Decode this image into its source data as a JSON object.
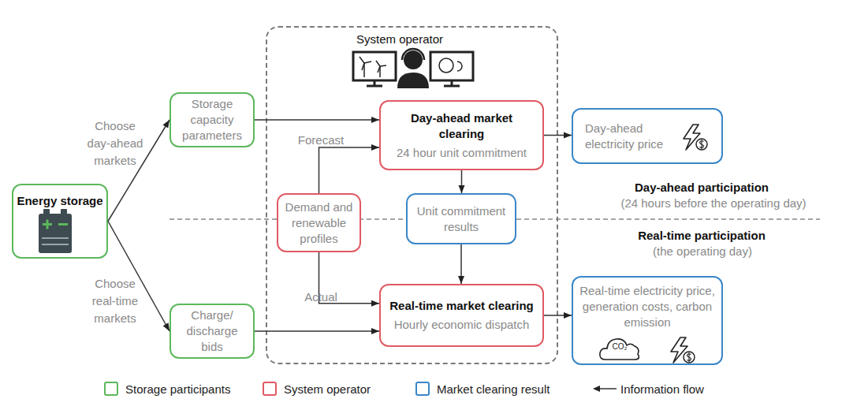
{
  "diagram": {
    "nodes": [
      {
        "text": [
          "Energy storage"
        ]
      },
      {
        "text": [
          "Storage capacity parameters"
        ]
      },
      {
        "text": [
          "Charge/ discharge bids"
        ]
      },
      {
        "text": [
          "System operator"
        ]
      },
      {
        "text": [
          "Day-ahead market clearing",
          "24 hour unit commitment"
        ],
        "in": 3
      },
      {
        "text": [
          "Demand and renewable profiles"
        ],
        "in": 3
      },
      {
        "text": [
          "Unit commitment results"
        ],
        "in": 3
      },
      {
        "text": [
          "Real-time market clearing",
          "Hourly economic dispatch"
        ],
        "in": 3
      },
      {
        "text": [
          "Day-ahead electricity price"
        ]
      },
      {
        "text": [
          "Real-time electricity price, generation costs, carbon emission"
        ]
      }
    ],
    "edges": [
      {
        "from": 0,
        "to": 1,
        "label": "Choose day-ahead markets",
        "arrow": "to"
      },
      {
        "from": 0,
        "to": 2,
        "label": "Choose real-time markets",
        "arrow": "to"
      },
      {
        "from": 1,
        "to": 4,
        "arrow": "to"
      },
      {
        "from": 5,
        "to": 4,
        "label": "Forecast",
        "arrow": "to"
      },
      {
        "from": 5,
        "to": 7,
        "label": "Actual",
        "arrow": "to"
      },
      {
        "from": 4,
        "to": 6,
        "arrow": "to"
      },
      {
        "from": 6,
        "to": 7,
        "arrow": "to"
      },
      {
        "from": 2,
        "to": 7,
        "arrow": "to"
      },
      {
        "from": 4,
        "to": 8,
        "arrow": "to"
      },
      {
        "from": 7,
        "to": 9,
        "arrow": "to"
      }
    ],
    "labels": [
      "Day-ahead participation",
      "(24 hours before the operating day)",
      "Real-time participation",
      "(the operating day)",
      "CO₂"
    ],
    "legend": [
      {
        "text": "Storage participants",
        "color": "#5cb85c"
      },
      {
        "text": "System operator",
        "color": "#e05a63"
      },
      {
        "text": "Market clearing result",
        "color": "#3a87c8"
      },
      {
        "text": "Information flow"
      }
    ]
  }
}
